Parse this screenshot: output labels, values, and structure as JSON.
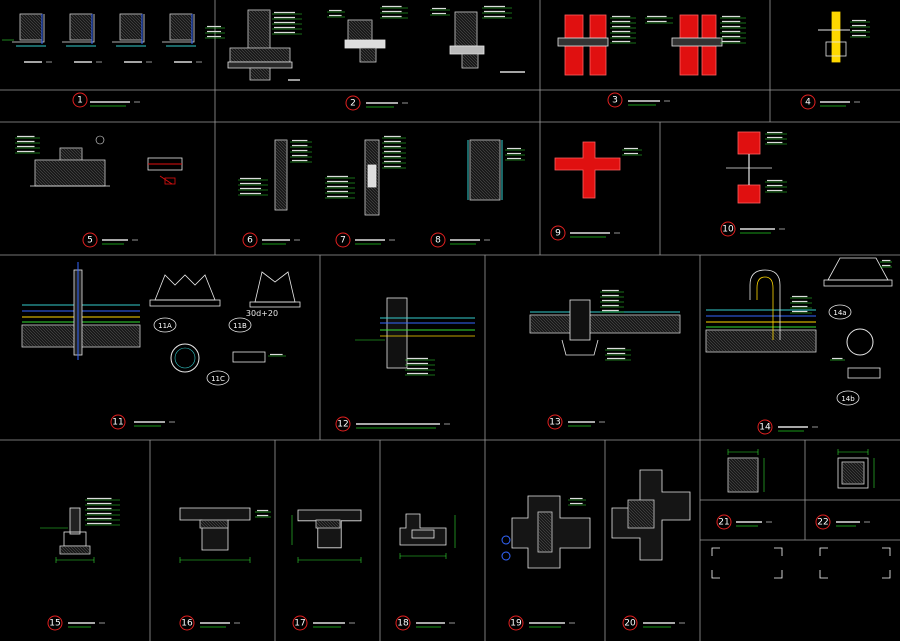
{
  "colors": {
    "background": "#000000",
    "frame": "#9a9a9a",
    "linework": "#e8e8e8",
    "annotation": "#33dd33",
    "hatch": "#d0d0d0",
    "accent_red": "#e01010",
    "accent_yellow": "#ffd800",
    "accent_cyan": "#33cccc",
    "accent_blue": "#3366ff",
    "bubble": "#e02020",
    "caption_underline": "#22cc22"
  },
  "details": [
    {
      "num": "1"
    },
    {
      "num": "2"
    },
    {
      "num": "3"
    },
    {
      "num": "4"
    },
    {
      "num": "5"
    },
    {
      "num": "6"
    },
    {
      "num": "7"
    },
    {
      "num": "8"
    },
    {
      "num": "9"
    },
    {
      "num": "10"
    },
    {
      "num": "11"
    },
    {
      "num": "12"
    },
    {
      "num": "13"
    },
    {
      "num": "14"
    },
    {
      "num": "15"
    },
    {
      "num": "16"
    },
    {
      "num": "17"
    },
    {
      "num": "18"
    },
    {
      "num": "19"
    },
    {
      "num": "20"
    },
    {
      "num": "21"
    },
    {
      "num": "22"
    }
  ],
  "sub_tags": [
    "11A",
    "11B",
    "11C",
    "14a",
    "14b"
  ],
  "dimension_text": "30d+20"
}
